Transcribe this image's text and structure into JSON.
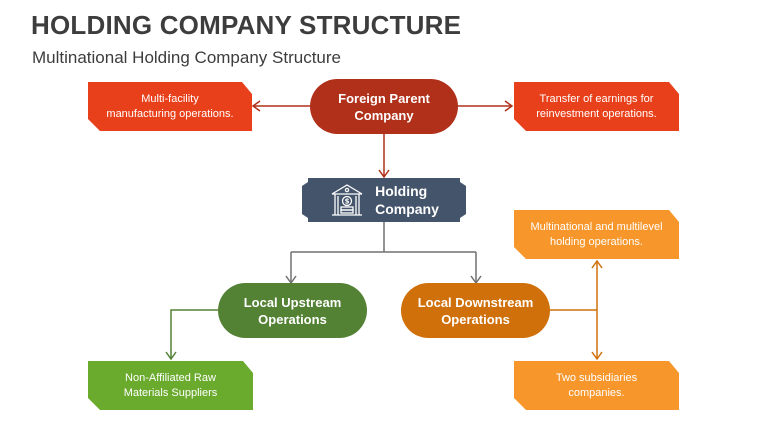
{
  "header": {
    "title": "HOLDING COMPANY STRUCTURE",
    "subtitle": "Multinational Holding Company Structure"
  },
  "nodes": {
    "foreign_parent": {
      "label": "Foreign Parent\nCompany",
      "color": "#b0301a"
    },
    "holding": {
      "label": "Holding\nCompany",
      "color": "#44546a",
      "icon": "bank-money-icon"
    },
    "upstream": {
      "label": "Local Upstream\nOperations",
      "color": "#548235"
    },
    "downstream": {
      "label": "Local Downstream\nOperations",
      "color": "#d0700a"
    }
  },
  "notes": {
    "manufacturing": {
      "label": "Multi-facility\nmanufacturing operations.",
      "color": "#e8401a"
    },
    "transfer": {
      "label": "Transfer of earnings for\nreinvestment operations.",
      "color": "#e8401a"
    },
    "multinational": {
      "label": "Multinational and multilevel\nholding operations.",
      "color": "#f7962b"
    },
    "subsidiaries": {
      "label": "Two subsidiaries\ncompanies.",
      "color": "#f7962b"
    },
    "suppliers": {
      "label": "Non-Affiliated Raw\nMaterials Suppliers",
      "color": "#6aaa2d"
    }
  },
  "connector_colors": {
    "red": "#b0301a",
    "gray": "#707070",
    "green": "#548235",
    "orange": "#d0700a"
  }
}
